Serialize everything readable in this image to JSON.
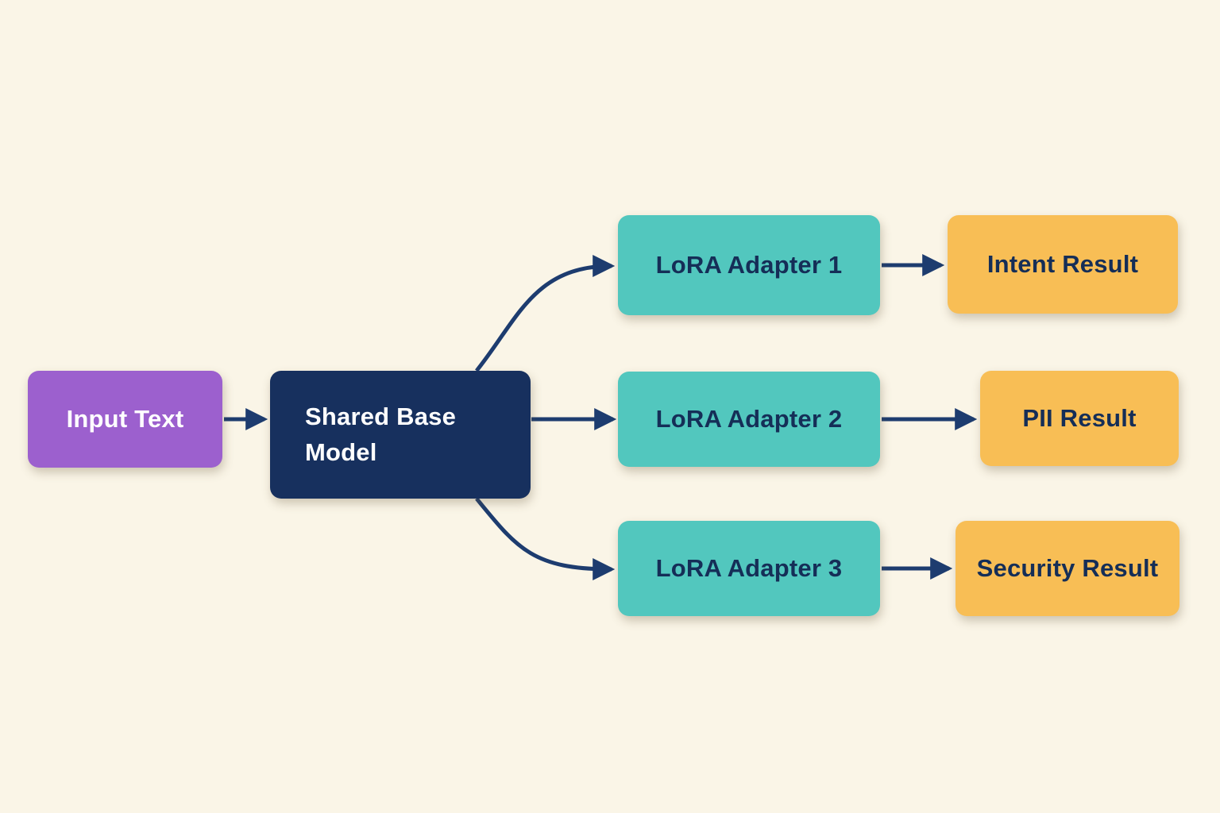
{
  "diagram": {
    "background_color": "#FAF5E7",
    "arrow_color": "#1D3C6F",
    "nodes": [
      {
        "id": "input-text",
        "label": "Input Text",
        "fill": "#9C60CE",
        "text_color": "#FFFFFF"
      },
      {
        "id": "shared-base-model",
        "label": "Shared Base Model",
        "fill": "#17305E",
        "text_color": "#FFFFFF"
      },
      {
        "id": "lora-adapter-1",
        "label": "LoRA Adapter 1",
        "fill": "#52C7BE",
        "text_color": "#152E57"
      },
      {
        "id": "lora-adapter-2",
        "label": "LoRA Adapter 2",
        "fill": "#52C7BE",
        "text_color": "#152E57"
      },
      {
        "id": "lora-adapter-3",
        "label": "LoRA Adapter 3",
        "fill": "#52C7BE",
        "text_color": "#152E57"
      },
      {
        "id": "intent-result",
        "label": "Intent Result",
        "fill": "#F8BE55",
        "text_color": "#152E57"
      },
      {
        "id": "pii-result",
        "label": "PII Result",
        "fill": "#F8BE55",
        "text_color": "#152E57"
      },
      {
        "id": "security-result",
        "label": "Security Result",
        "fill": "#F8BE55",
        "text_color": "#152E57"
      }
    ],
    "edges": [
      {
        "from": "input-text",
        "to": "shared-base-model"
      },
      {
        "from": "shared-base-model",
        "to": "lora-adapter-1"
      },
      {
        "from": "shared-base-model",
        "to": "lora-adapter-2"
      },
      {
        "from": "shared-base-model",
        "to": "lora-adapter-3"
      },
      {
        "from": "lora-adapter-1",
        "to": "intent-result"
      },
      {
        "from": "lora-adapter-2",
        "to": "pii-result"
      },
      {
        "from": "lora-adapter-3",
        "to": "security-result"
      }
    ]
  }
}
